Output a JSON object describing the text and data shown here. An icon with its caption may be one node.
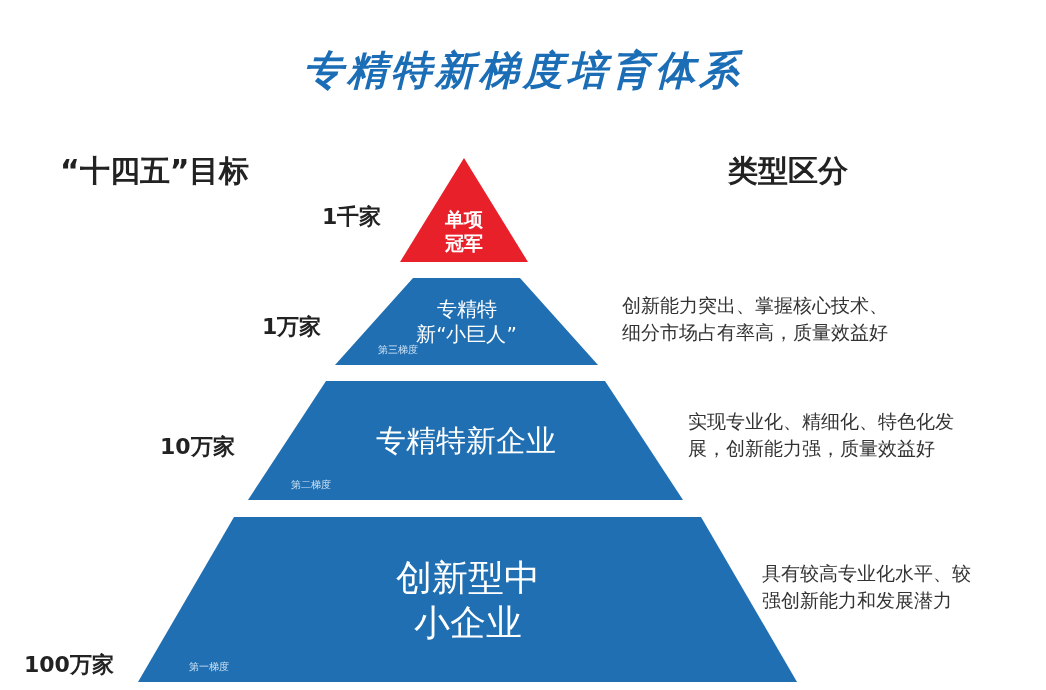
{
  "diagram": {
    "title": "专精特新梯度培育体系",
    "nodes": [
      {
        "text": [
          "单项冠军"
        ],
        "beside": [
          "1千家"
        ]
      },
      {
        "text": [
          "专精特新“小巨人”",
          "第三梯度"
        ],
        "beside": [
          "1万家",
          "创新能力突出、掌握核心技术、细分市场占有率高，质量效益好"
        ]
      },
      {
        "text": [
          "专精特新企业",
          "第二梯度"
        ],
        "beside": [
          "10万家",
          "实现专业化、精细化、特色化发展，创新能力强，质量效益好"
        ]
      },
      {
        "text": [
          "创新型中小企业",
          "第一梯度"
        ],
        "beside": [
          "100万家",
          "具有较高专业化水平、较强创新能力和发展潜力"
        ]
      }
    ],
    "labels": [
      "“十四五”目标",
      "类型区分"
    ]
  }
}
